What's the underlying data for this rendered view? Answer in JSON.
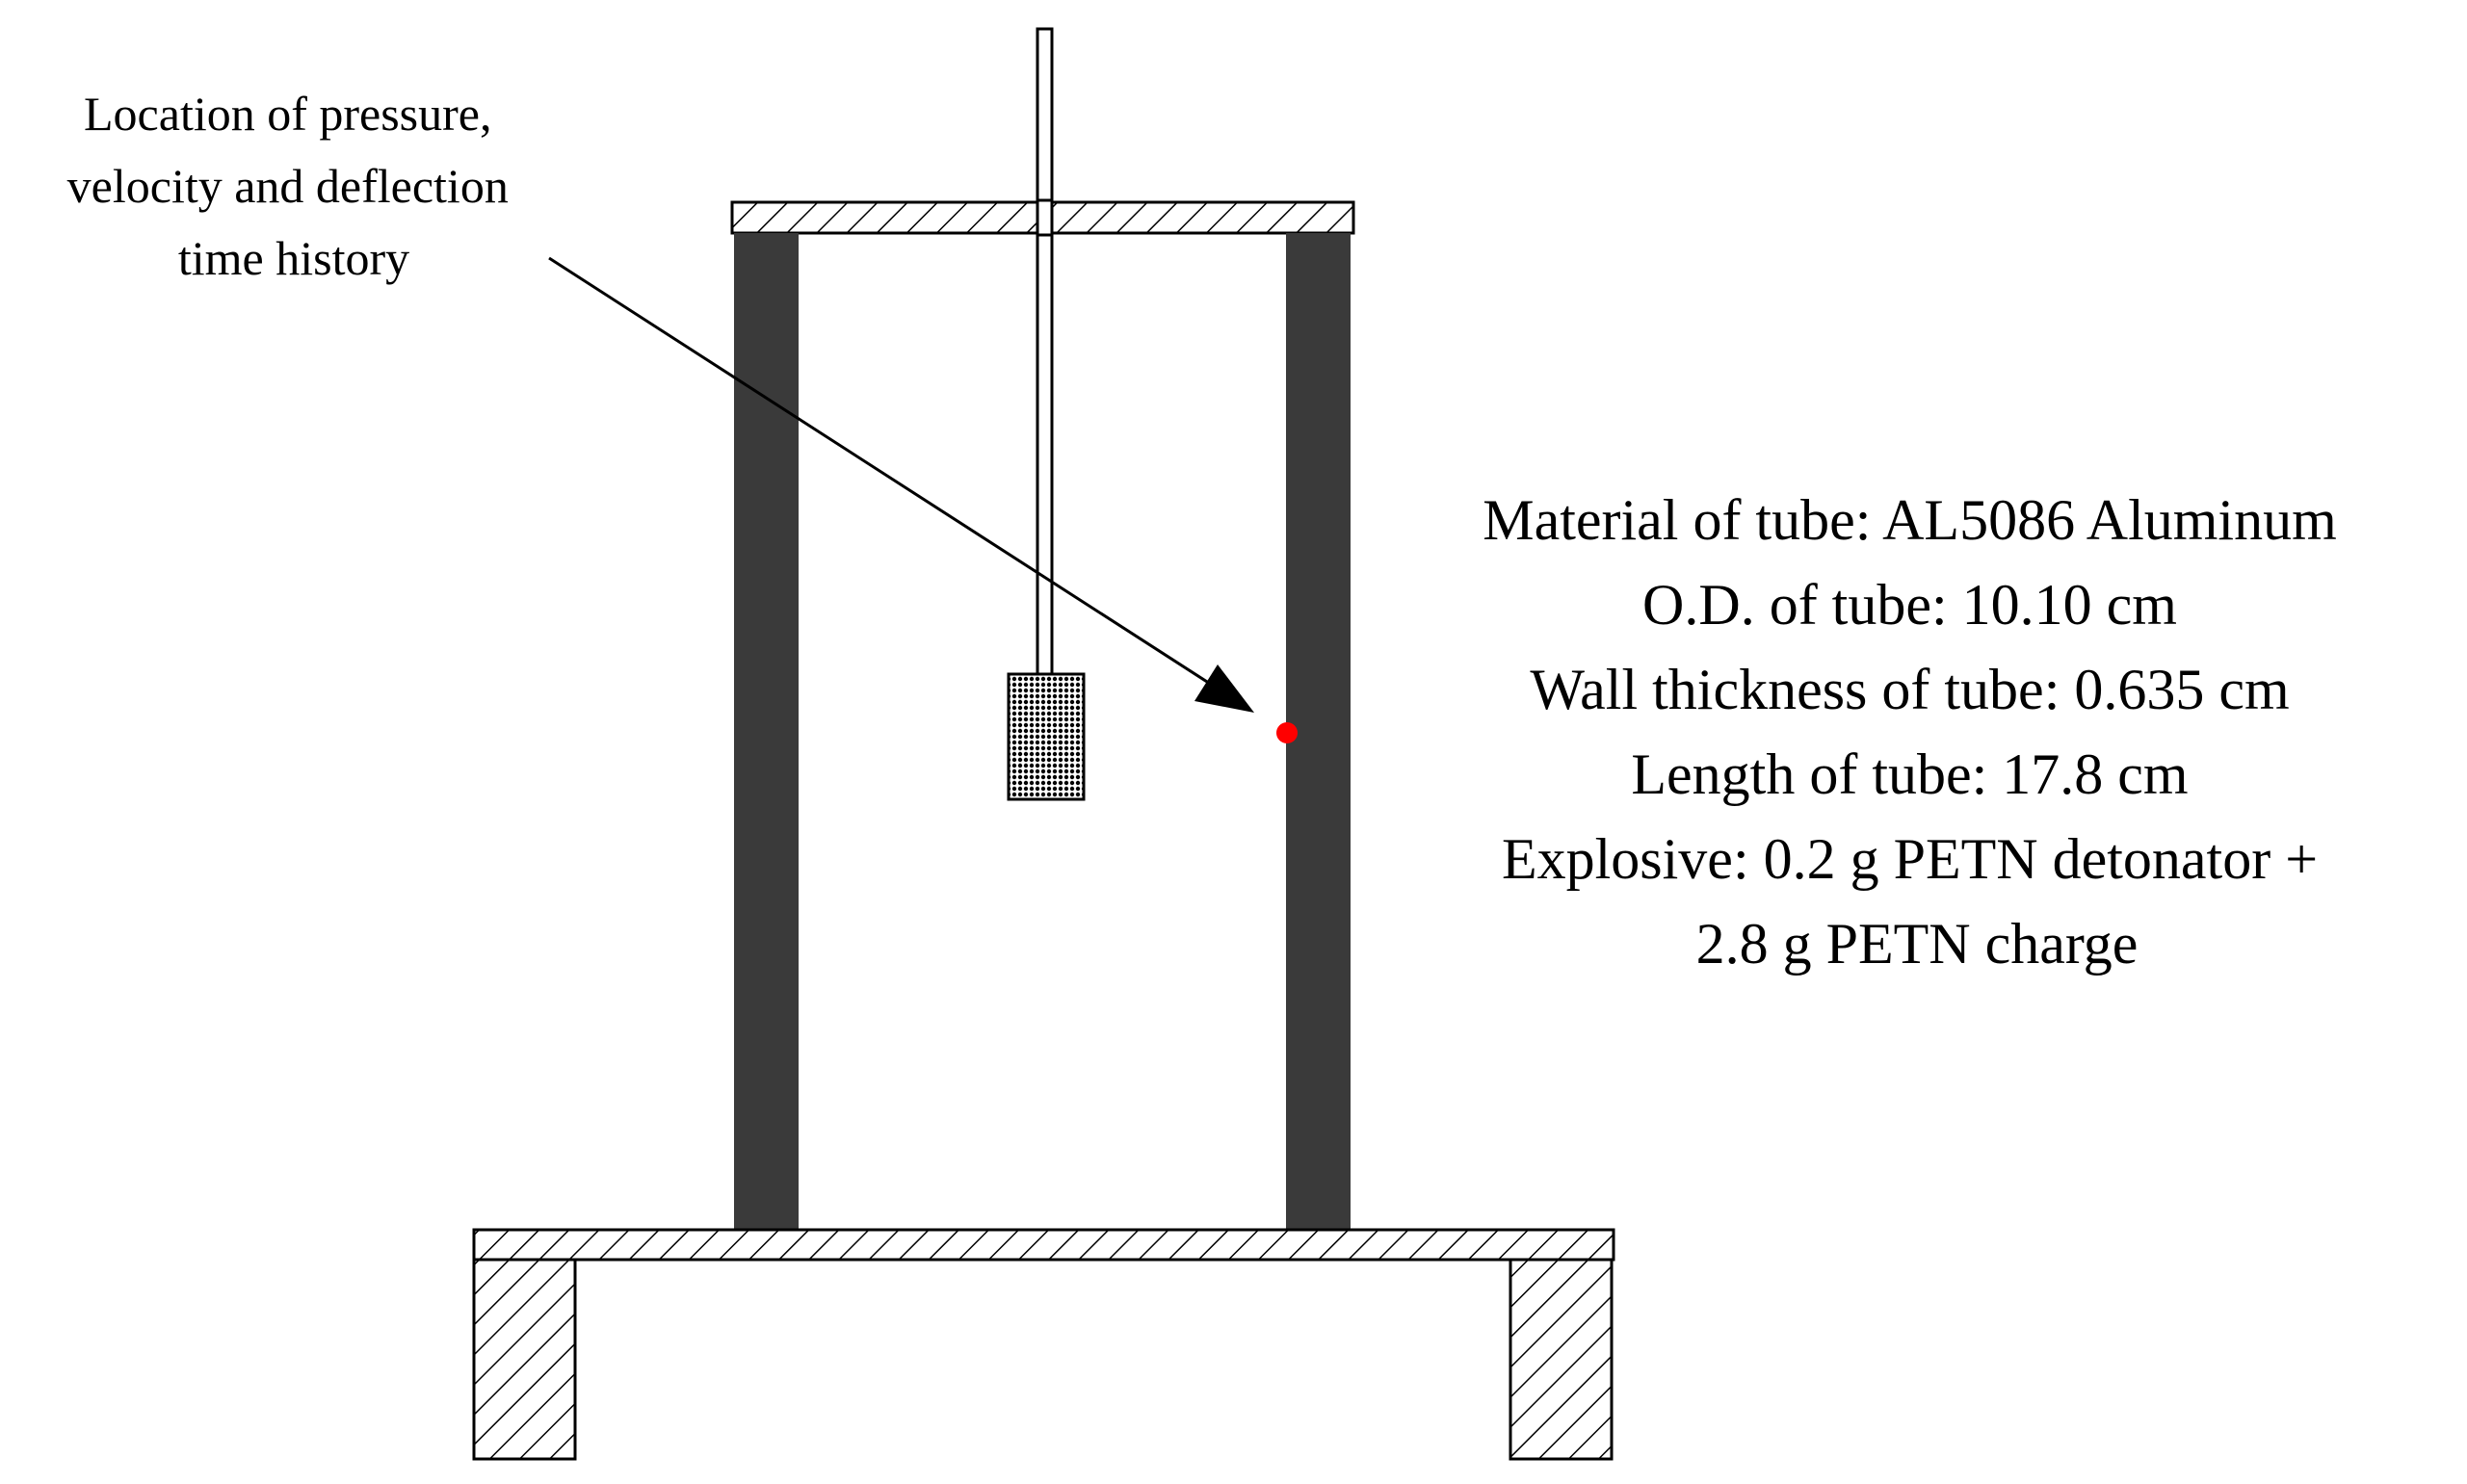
{
  "callout": {
    "lines": [
      "Location of pressure,",
      "velocity and deflection",
      "time history"
    ]
  },
  "specs": {
    "lines": [
      "Material of tube: AL5086 Aluminum",
      "O.D. of tube: 10.10 cm",
      "Wall thickness of tube: 0.635 cm",
      "Length of tube: 17.8 cm",
      "Explosive: 0.2 g PETN detonator +",
      "2.8 g PETN charge"
    ]
  },
  "colors": {
    "tube_wall": "#3a3a3a",
    "measurement_point": "#ff0000",
    "line": "#000000",
    "background": "#ffffff"
  }
}
